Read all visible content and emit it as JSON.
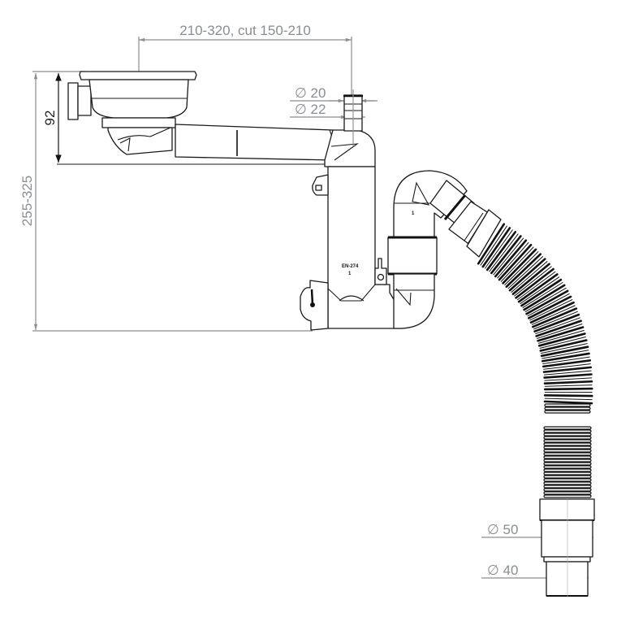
{
  "drawing": {
    "subject": "Sink waste trap with overflow and flexible hose",
    "background": "#ffffff",
    "line_color": "#1a1a1a",
    "dimension_color": "#8a8d92"
  },
  "dimensions": {
    "horizontal_length": "210-320, cut 150-210",
    "basket_height": "92",
    "total_height": "255-325",
    "overflow_outer": "∅ 20",
    "overflow_inner": "∅ 22",
    "outlet_large": "∅ 50",
    "outlet_small": "∅ 40"
  },
  "markings": {
    "standard": "EN-274",
    "standard_index": "1",
    "elbow_index": "1"
  }
}
